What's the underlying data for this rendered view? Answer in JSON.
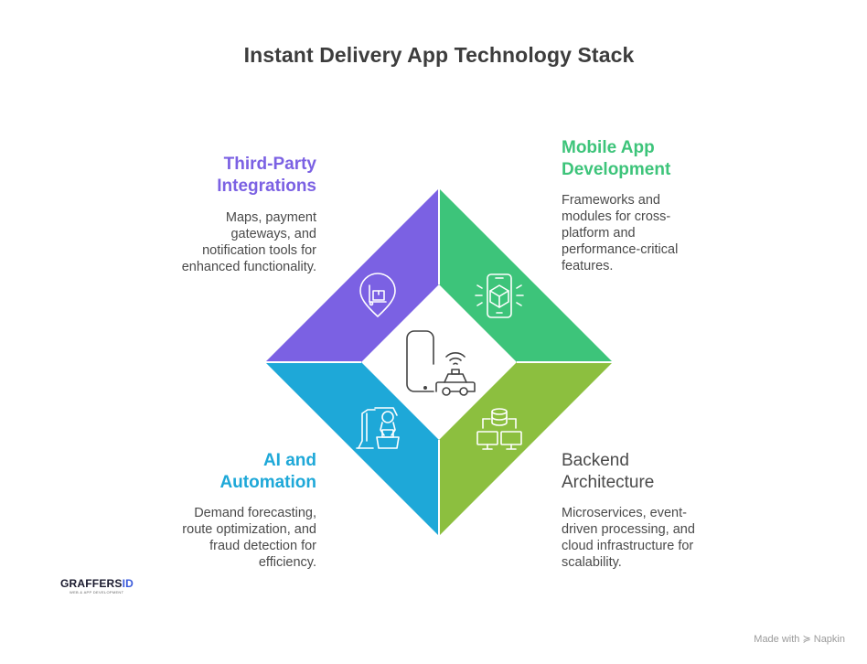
{
  "title": "Instant Delivery App Technology Stack",
  "colors": {
    "third_party": "#7b61e3",
    "mobile": "#3dc47a",
    "ai": "#1ea8d8",
    "backend": "#8cbf3f"
  },
  "sections": {
    "third_party": {
      "heading_line1": "Third-Party",
      "heading_line2": "Integrations",
      "desc_lines": [
        "Maps, payment",
        "gateways, and",
        "notification tools for",
        "enhanced functionality."
      ],
      "icon": "location-pin-package-icon"
    },
    "mobile": {
      "heading_line1": "Mobile App",
      "heading_line2": "Development",
      "desc_lines": [
        "Frameworks and",
        "modules for cross-",
        "platform and",
        "performance-critical",
        "features."
      ],
      "icon": "phone-box-icon"
    },
    "ai": {
      "heading_line1": "AI and",
      "heading_line2": "Automation",
      "desc_lines": [
        "Demand forecasting,",
        "route optimization, and",
        "fraud detection for",
        "efficiency."
      ],
      "icon": "robotic-arm-icon"
    },
    "backend": {
      "heading_line1": "Backend",
      "heading_line2": "Architecture",
      "desc_lines": [
        "Microservices, event-",
        "driven processing, and",
        "cloud infrastructure for",
        "scalability."
      ],
      "icon": "database-network-icon"
    }
  },
  "center_icon": "phone-delivery-car-icon",
  "logo": {
    "brand": "GRAFFERS",
    "brand_suffix": "ID",
    "tagline": "WEB & APP DEVELOPMENT"
  },
  "watermark": "Made with ≽ Napkin"
}
